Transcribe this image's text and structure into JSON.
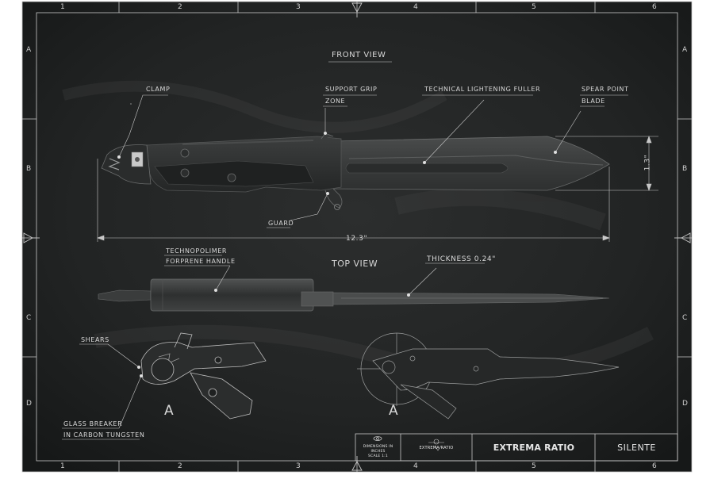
{
  "labels": {
    "front_view": "FRONT VIEW",
    "top_view": "TOP VIEW",
    "clamp": "CLAMP",
    "support_grip_1": "SUPPORT GRIP",
    "support_grip_2": "ZONE",
    "fuller": "TECHNICAL LIGHTENING FULLER",
    "spear_point_1": "SPEAR POINT",
    "spear_point_2": "BLADE",
    "guard": "GUARD",
    "length": "12.3\"",
    "height": "1.3\"",
    "handle_1": "TECHNOPOLIMER",
    "handle_2": "FORPRENE HANDLE",
    "thickness": "THICKNESS 0.24\"",
    "shears": "SHEARS",
    "glass_breaker_1": "GLASS BREAKER",
    "glass_breaker_2": "IN CARBON TUNGSTEN",
    "detail_a_left": "A",
    "detail_a_right": "A"
  },
  "grid": {
    "columns": [
      "1",
      "2",
      "3",
      "4",
      "5",
      "6"
    ],
    "rows": [
      "A",
      "B",
      "C",
      "D"
    ]
  },
  "title_block": {
    "dim_1": "DIMENSIONS IN",
    "dim_2": "INCHES",
    "dim_3": "SCALE 1:1",
    "logo_text": "EXTREMA RATIO",
    "brand": "EXTREMA RATIO",
    "model": "SILENTE"
  },
  "colors": {
    "background": "#1e2020",
    "frame_line": "#c8c8c8",
    "label_text": "#d8d8d8",
    "knife_dark": "#3a3c3c"
  }
}
